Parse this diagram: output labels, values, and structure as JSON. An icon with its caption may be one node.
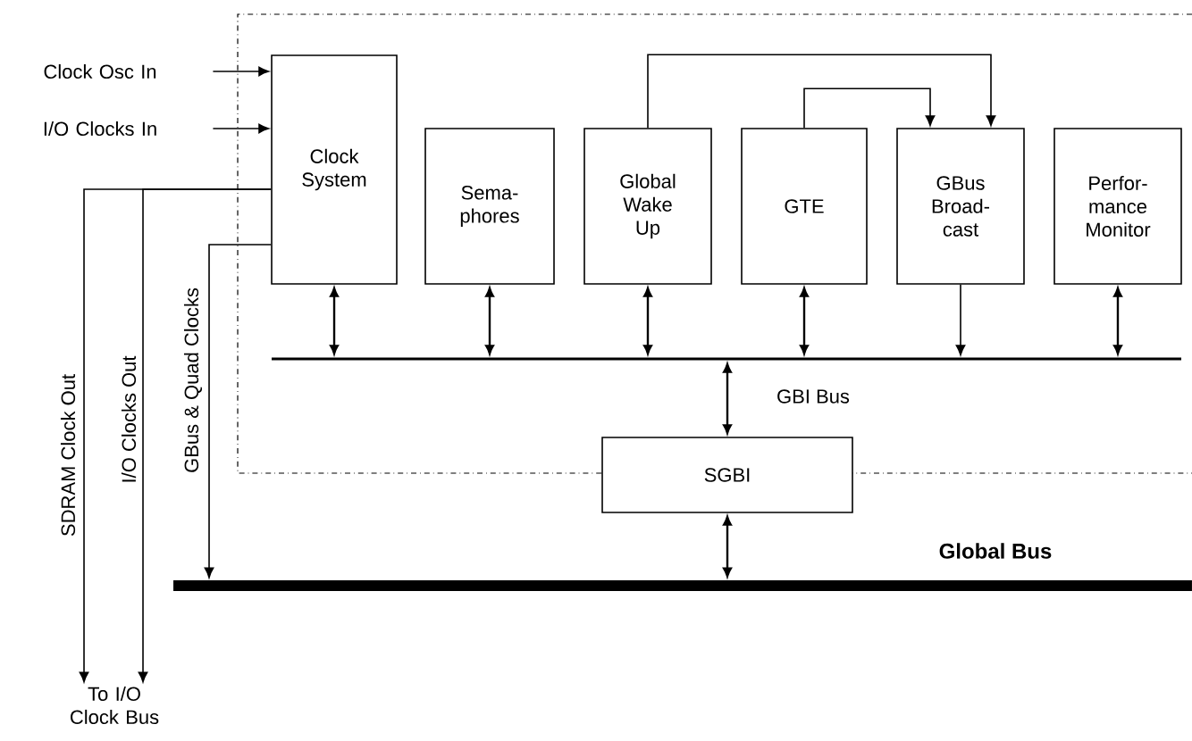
{
  "diagram": {
    "nodes": [
      {
        "text": [
          "Clock Osc In"
        ]
      },
      {
        "text": [
          "I/O Clocks In"
        ]
      },
      {
        "text": [
          "Clock System"
        ]
      },
      {
        "text": [
          "Sema- phores"
        ]
      },
      {
        "text": [
          "Global Wake Up"
        ]
      },
      {
        "text": [
          "GTE"
        ]
      },
      {
        "text": [
          "GBus Broad- cast"
        ]
      },
      {
        "text": [
          "Perfor- mance Monitor"
        ]
      },
      {
        "text": [],
        "shape": "bar"
      },
      {
        "text": [
          "SGBI"
        ]
      },
      {
        "text": [],
        "shape": "bar",
        "beside": [
          "Global Bus"
        ]
      },
      {
        "text": [
          "To I/O Clock Bus"
        ]
      }
    ],
    "edges": [
      {
        "from": 0,
        "to": 2,
        "arrow": "to"
      },
      {
        "from": 1,
        "to": 2,
        "arrow": "to"
      },
      {
        "from": 2,
        "to": 11,
        "arrow": "to",
        "label": "SDRAM Clock Out"
      },
      {
        "from": 2,
        "to": 11,
        "arrow": "to",
        "label": "I/O Clocks Out"
      },
      {
        "from": 2,
        "to": 10,
        "arrow": "to",
        "label": "GBus & Quad Clocks"
      },
      {
        "from": 4,
        "to": 6,
        "arrow": "to"
      },
      {
        "from": 5,
        "to": 6,
        "arrow": "to"
      },
      {
        "from": 2,
        "to": 8,
        "arrow": "both"
      },
      {
        "from": 3,
        "to": 8,
        "arrow": "both"
      },
      {
        "from": 4,
        "to": 8,
        "arrow": "both"
      },
      {
        "from": 5,
        "to": 8,
        "arrow": "both"
      },
      {
        "from": 6,
        "to": 8,
        "arrow": "to"
      },
      {
        "from": 7,
        "to": 8,
        "arrow": "both"
      },
      {
        "from": 8,
        "to": 9,
        "arrow": "both",
        "label": "GBI Bus"
      },
      {
        "from": 9,
        "to": 10,
        "arrow": "both"
      }
    ]
  }
}
